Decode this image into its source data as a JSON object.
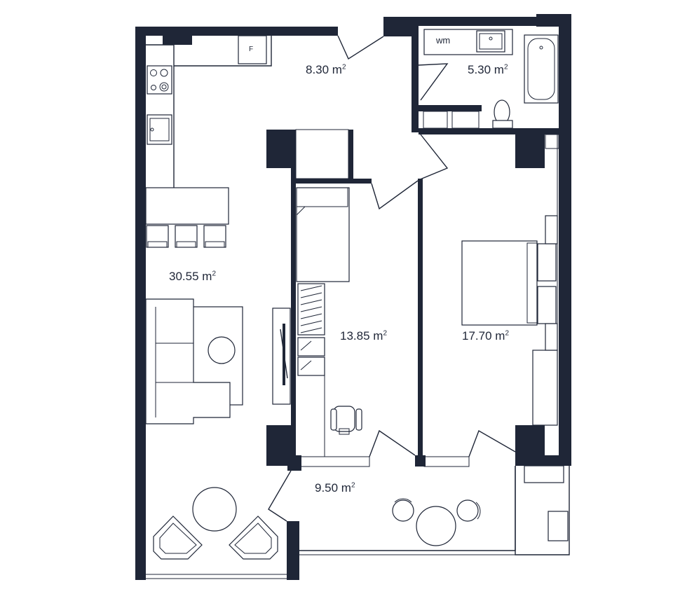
{
  "rooms": [
    {
      "id": "living",
      "area": "30.55 m",
      "sup": "2"
    },
    {
      "id": "hall",
      "area": "8.30 m",
      "sup": "2"
    },
    {
      "id": "bathroom",
      "area": "5.30 m",
      "sup": "2"
    },
    {
      "id": "study",
      "area": "13.85 m",
      "sup": "2"
    },
    {
      "id": "bedroom",
      "area": "17.70 m",
      "sup": "2"
    },
    {
      "id": "balcony",
      "area": "9.50 m",
      "sup": "2"
    }
  ],
  "fixtures": {
    "fridge": "F",
    "washing_machine": "wm"
  },
  "colors": {
    "wall": "#1f2637",
    "background": "#ffffff"
  }
}
